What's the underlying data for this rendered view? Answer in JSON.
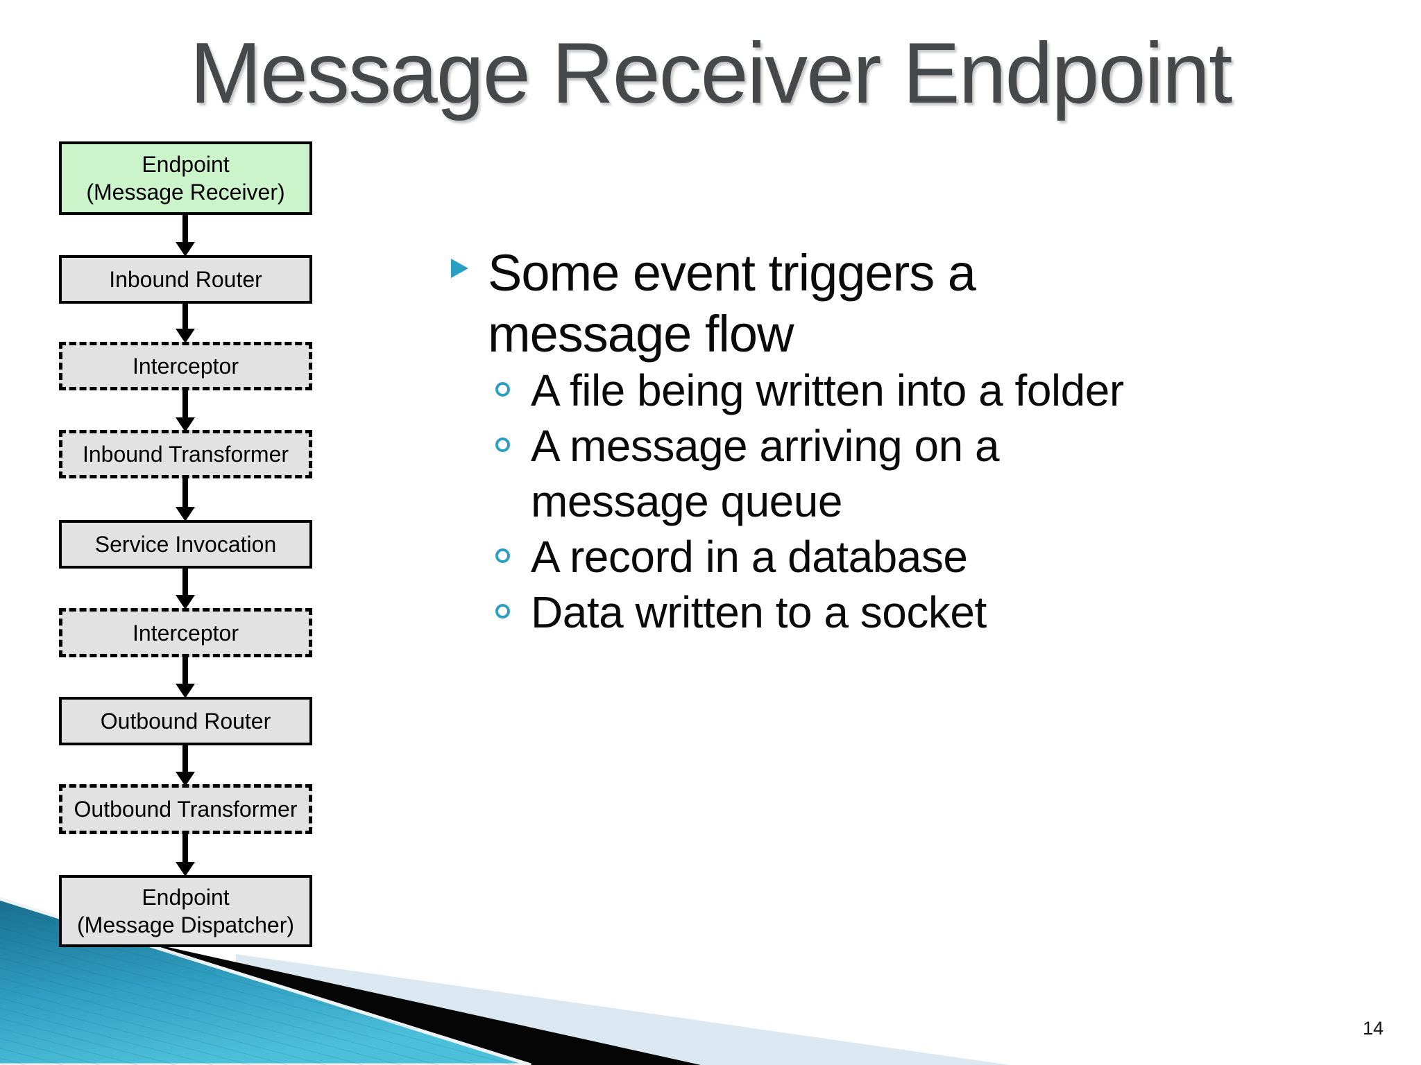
{
  "slide": {
    "title": "Message Receiver Endpoint",
    "page_number": "14"
  },
  "flowchart": {
    "nodes": [
      {
        "line1": "Endpoint",
        "line2": "(Message Receiver)",
        "style": "solid-green"
      },
      {
        "line1": "Inbound Router",
        "style": "solid"
      },
      {
        "line1": "Interceptor",
        "style": "dashed"
      },
      {
        "line1": "Inbound Transformer",
        "style": "dashed"
      },
      {
        "line1": "Service Invocation",
        "style": "solid"
      },
      {
        "line1": "Interceptor",
        "style": "dashed"
      },
      {
        "line1": "Outbound Router",
        "style": "solid"
      },
      {
        "line1": "Outbound Transformer",
        "style": "dashed"
      },
      {
        "line1": "Endpoint",
        "line2": "(Message Dispatcher)",
        "style": "solid"
      }
    ]
  },
  "content": {
    "bullet": {
      "lines": [
        "Some event triggers a",
        "message flow"
      ],
      "sub_items": [
        {
          "lines": [
            "A file being written into a folder"
          ]
        },
        {
          "lines": [
            "A message arriving on a",
            "message queue"
          ]
        },
        {
          "lines": [
            "A record in a database"
          ]
        },
        {
          "lines": [
            "Data written to a socket"
          ]
        }
      ]
    }
  },
  "icons": {
    "main_bullet_marker": "right-triangle",
    "sub_bullet_marker": "open-circle",
    "flow_connector": "down-arrow"
  },
  "colors": {
    "title": "#47484a",
    "highlight_node_bg": "#ccf4ca",
    "node_bg": "#e2e2e2",
    "node_border": "#000000",
    "bullet_marker": "#2b9fc2",
    "text": "#0a0a0a",
    "decor_teal_dark": "#186d8e",
    "decor_teal_light": "#4cc0da",
    "decor_pale": "#dce8f1",
    "decor_black": "#050505"
  }
}
